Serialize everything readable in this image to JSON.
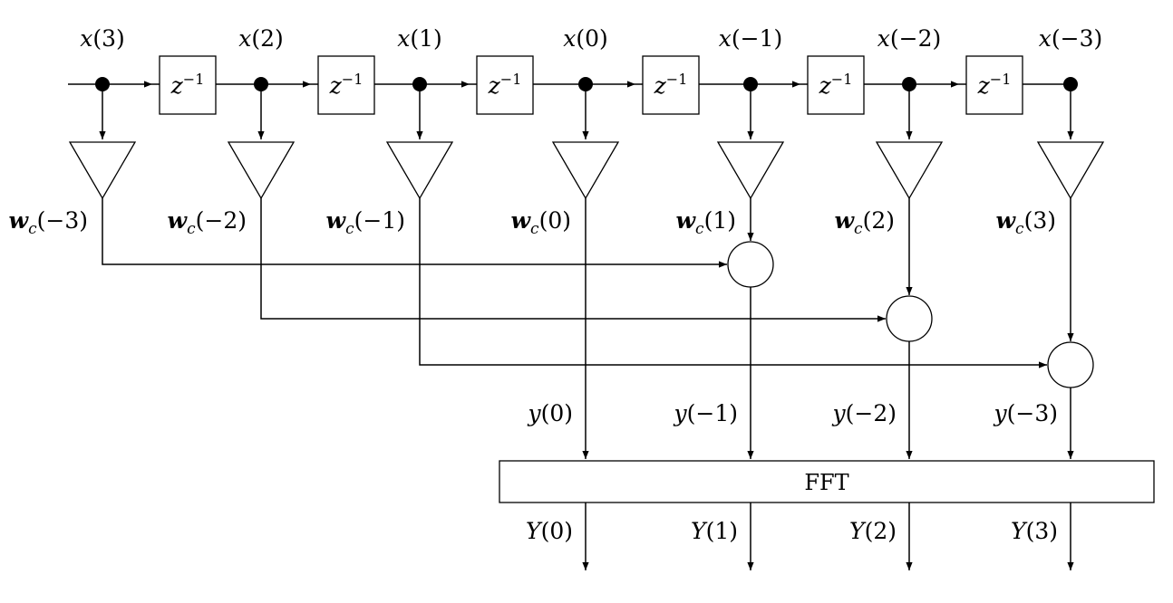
{
  "diagram": {
    "inputs": [
      "3",
      "2",
      "1",
      "0",
      "−1",
      "−2",
      "−3"
    ],
    "delay": {
      "base": "z",
      "exp": "−1"
    },
    "weights": [
      "−3",
      "−2",
      "−1",
      "0",
      "1",
      "2",
      "3"
    ],
    "outputs_y": [
      "0",
      "−1",
      "−2",
      "−3"
    ],
    "fft_label": "FFT",
    "outputs_Y": [
      "0",
      "1",
      "2",
      "3"
    ]
  }
}
